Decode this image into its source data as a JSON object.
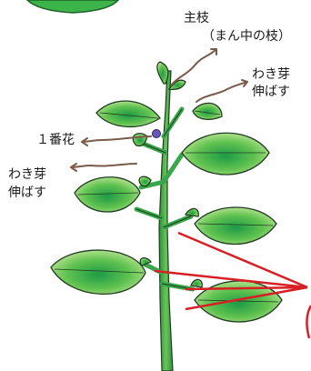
{
  "labels": {
    "main_stem": "主枝",
    "main_stem_note": "（まん中の枝）",
    "side_bud_upper_line1": "わき芽",
    "side_bud_upper_line2": "伸ばす",
    "first_flower": "１番花",
    "side_bud_lower_line1": "わき芽",
    "side_bud_lower_line2": "伸ばす"
  },
  "colors": {
    "leaf_light": "#b6e087",
    "leaf_mid": "#5fc24f",
    "leaf_dark": "#1e9a47",
    "stem": "#3aa64b",
    "outline": "#1f3d22",
    "arrow": "#7a5a48",
    "flower": "#6a58b8",
    "pointer_line": "#d81f26",
    "top_badge": "#3bb54a"
  }
}
